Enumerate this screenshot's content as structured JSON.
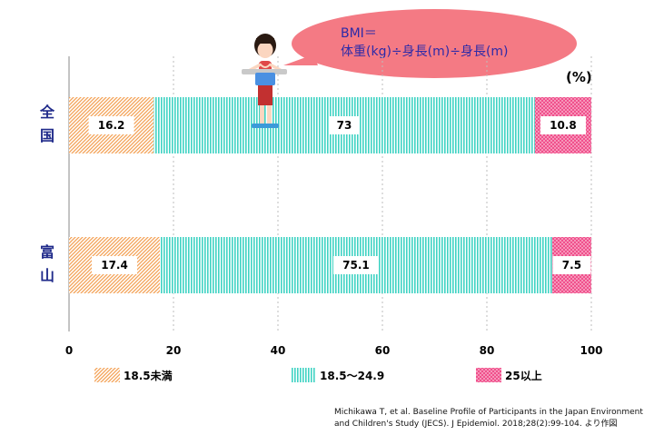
{
  "chart_data": {
    "type": "bar",
    "orientation": "horizontal",
    "stacked": true,
    "categories": [
      {
        "label_chars": [
          "全",
          "国"
        ]
      },
      {
        "label_chars": [
          "富",
          "山"
        ]
      }
    ],
    "series": [
      {
        "name": "18.5未満",
        "values": [
          16.2,
          17.4
        ],
        "labels": [
          "16.2",
          "17.4"
        ],
        "color": "#f4a256",
        "pattern": "diagonal"
      },
      {
        "name": "18.5～24.9",
        "values": [
          73,
          75.1
        ],
        "labels": [
          "73",
          "75.1"
        ],
        "color": "#3fd3c3",
        "pattern": "vertical"
      },
      {
        "name": "25以上",
        "values": [
          10.8,
          7.5
        ],
        "labels": [
          "10.8",
          "7.5"
        ],
        "color": "#f0508c",
        "pattern": "dots"
      }
    ],
    "xlim": [
      0,
      100
    ],
    "xticks": [
      "0",
      "20",
      "40",
      "60",
      "80",
      "100"
    ],
    "unit_label": "(%)",
    "grid": "vertical-dashed",
    "legend_position": "bottom"
  },
  "annotation": {
    "bubble_line1": "BMI＝",
    "bubble_line2": "体重(kg)÷身長(m)÷身長(m)",
    "bubble_color": "#f47a84"
  },
  "source": {
    "line1": "Michikawa T, et al. Baseline Profile of Participants in the Japan Environment",
    "line2": "and Children's Study (JECS). J Epidemiol. 2018;28(2):99-104.  より作図"
  }
}
